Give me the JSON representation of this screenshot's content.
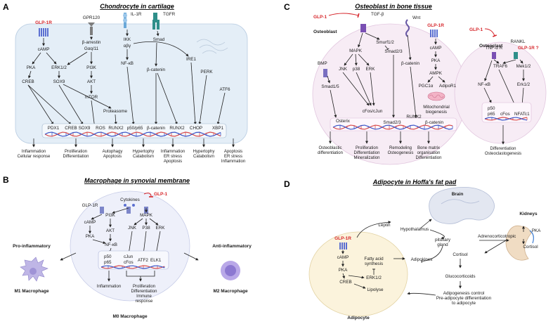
{
  "panels": {
    "a": {
      "letter": "A",
      "title": "Chondrocyte in cartilage",
      "receptors": [
        "GLP-1R",
        "GPR120",
        "IL-1R",
        "TGFR"
      ],
      "nodes": {
        "camp": "cAMP",
        "pka": "PKA",
        "erk": "ERK1/2",
        "creb": "CREB",
        "sox9": "SOX9",
        "barr": "β-arrestin",
        "gaq": "Gαq/11",
        "pi3k": "PI3K",
        "akt": "AKT",
        "mtor": "mTOR",
        "ikk": "IKK",
        "ab": "αβγ",
        "nfkb": "NF-κB",
        "smad": "Smad",
        "bcat": "β-catenin",
        "ire1": "IRE1",
        "perk": "PERK",
        "atf6": "ATF6",
        "proteasome": "Proteasome"
      },
      "tf": [
        "PDX1",
        "CREB",
        "SOX9",
        "ROS",
        "RUNX2",
        "p50/p65",
        "β-catenin",
        "RUNX2",
        "CHOP",
        "XBP1"
      ],
      "outcomes": [
        "Inflammation\nCellular response",
        "Proliferation\nDifferentiation",
        "Autophagy\nApoptosis",
        "Hypertophy\nCatabolism",
        "Inflammation\nER stress\nApoptosis",
        "Hypertophy\nCatabolism",
        "Apoptosis\nER stress\nInflammation"
      ]
    },
    "b": {
      "letter": "B",
      "title": "Macrophage in synovial membrane",
      "ligand": "GLP-1",
      "cytokines": "Cytokines",
      "receptor": "GLP-1R",
      "nodes": {
        "camp": "cAMP",
        "pka": "PKA",
        "pi3k": "PI3K",
        "akt": "AKT",
        "nfkb": "NF-κB",
        "mapk": "MAPK",
        "jnk": "JNK",
        "p38": "P38",
        "erk": "ERK"
      },
      "tf": [
        "p50",
        "p65",
        "cJun",
        "cFos",
        "ATF2",
        "ELK1"
      ],
      "outcomes": [
        "Inflammation",
        "Proliferation\nDifferentiation\nImmune\nresponse"
      ],
      "pro": "Pro-inflammatory",
      "anti": "Anti-inflammatory",
      "m1": "M1 Macrophage",
      "m2": "M2 Macrophage",
      "m0": "M0 Macrophage"
    },
    "c": {
      "letter": "C",
      "title": "Osteoblast in bone tissue",
      "osteoblast": "Osteoblast",
      "osteoclast": "Osteoclast",
      "ligands": [
        "GLP-1",
        "TGF-β",
        "Wnt",
        "BMP",
        "GLP-1"
      ],
      "receptors": [
        "GLP-1R",
        "GLP-1R ?",
        "TNF-α R",
        "RANKL"
      ],
      "nodes": {
        "smurf": "Smurf1/2",
        "smad23": "Smad2/3",
        "mapk": "MAPK",
        "jnk": "JNK",
        "p38": "p38",
        "erk": "ERK",
        "smad15": "Smad1/5",
        "bcat": "β-catenin",
        "camp": "cAMP",
        "pka": "PKA",
        "ampk": "AMPK",
        "pgc": "PGC1α",
        "adipor": "AdipoR1",
        "mito": "Mitochondrial\nbiogenesis",
        "traf6": "TRAF6",
        "mek": "Mek1/2",
        "nfkb": "NF-κB",
        "erk2": "Erk1/2"
      },
      "tf_ob": [
        "Osterix",
        "cFos/cJun",
        "Smad2/3",
        "RUNX2",
        "β-catenin"
      ],
      "tf_oc": [
        "p50",
        "p65",
        "cFos",
        "NFATc1"
      ],
      "outcomes_ob": [
        "Osteoblastic\ndifferentiation",
        "Proliferation\nDifferentiation\nMineralization",
        "Remodeling\nOsteogenesis",
        "Bone matrix\norganisation\nDifferentiation"
      ],
      "outcome_oc": "Differentiation\nOsteoclastogenesis"
    },
    "d": {
      "letter": "D",
      "title": "Adipocyte in Hoffa's fat pad",
      "brain": "Brain",
      "kidneys": "Kidneys",
      "leptin": "Leptin",
      "hypothalamus": "Hypothalamus",
      "pituitary": "pituitary\ngland",
      "acth": "Adrenocorticotropic",
      "pka_k": "PKA",
      "cortisol_k": "Cortisol",
      "cortisol": "Cortisol",
      "gluco": "Glucocorticoids",
      "adipokines": "Adipokines",
      "receptor": "GLP-1R",
      "nodes": {
        "camp": "cAMP",
        "pka": "PKA",
        "creb": "CREB",
        "erk": "ERK1/2",
        "fas": "Fatty acid\nsynthesis",
        "lipolyse": "Lipolyse"
      },
      "control": "Adipogenesis control\nPre-adipocyte differentiation\nto adipocyte",
      "adipocyte": "Adipocyte"
    }
  },
  "colors": {
    "cell_a": "#e4eef7",
    "cell_b": "#eef0fa",
    "cell_c": "#f7ecf5",
    "cell_d": "#fbf3dc",
    "glp1": "#d6262b",
    "receptor_blue": "#5b6fd1",
    "receptor_teal": "#2f8f8a",
    "receptor_purple": "#7a4fb3",
    "dna_red": "#d84c4c",
    "dna_blue": "#3b56c7"
  }
}
